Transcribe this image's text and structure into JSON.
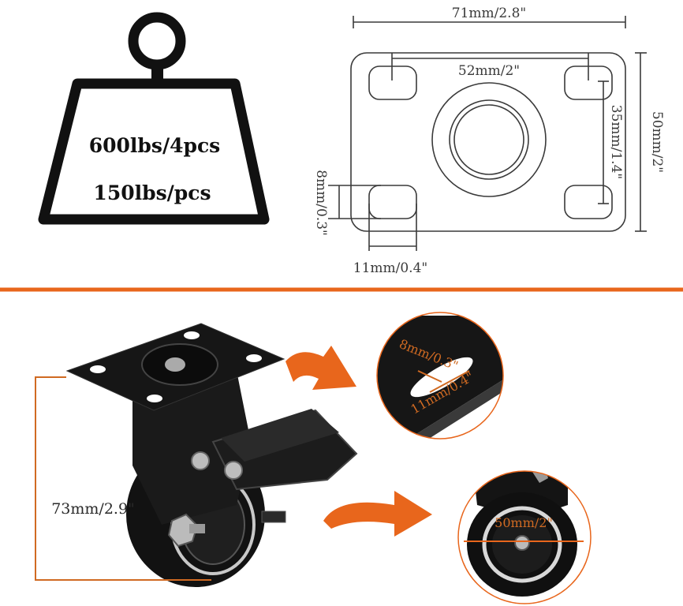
{
  "weight_badge": {
    "line1": "600lbs/4pcs",
    "line2": "150lbs/pcs"
  },
  "plate_dimensions": {
    "overall_width": "71mm/2.8\"",
    "hole_spacing_width": "52mm/2\"",
    "overall_height": "50mm/2\"",
    "hole_spacing_height": "35mm/1.4\"",
    "slot_width": "8mm/0.3\"",
    "slot_length": "11mm/0.4\""
  },
  "caster_dimensions": {
    "total_height": "73mm/2.9\""
  },
  "zoom_details": {
    "slot_width": "8mm/0.3\"",
    "slot_length": "11mm/0.4\"",
    "wheel_diameter": "50mm/2\""
  },
  "colors": {
    "accent_orange": "#e8661c",
    "dimension_orange": "#c0662a",
    "caster_black": "#151515",
    "wheel_rim": "#c8c8c8"
  }
}
